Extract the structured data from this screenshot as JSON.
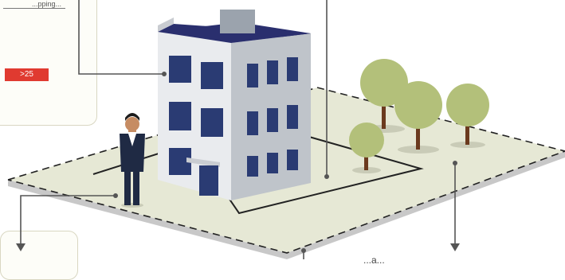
{
  "callouts": {
    "top_text": "...pping...",
    "badge_value": ">25",
    "bottom_text": "...a..."
  },
  "colors": {
    "badge": "#e03a30",
    "plot_fill": "#e6e8d5",
    "plot_edge": "#bcbcbc",
    "roof": "#2a2f6e",
    "facade": "#e9ebee",
    "window": "#2a3b73",
    "tree": "#b3c07a",
    "trunk": "#6b3a1e",
    "connector": "#555555"
  },
  "icons": [
    "office-building-icon",
    "businessman-icon",
    "tree-icon",
    "down-arrow-icon"
  ]
}
